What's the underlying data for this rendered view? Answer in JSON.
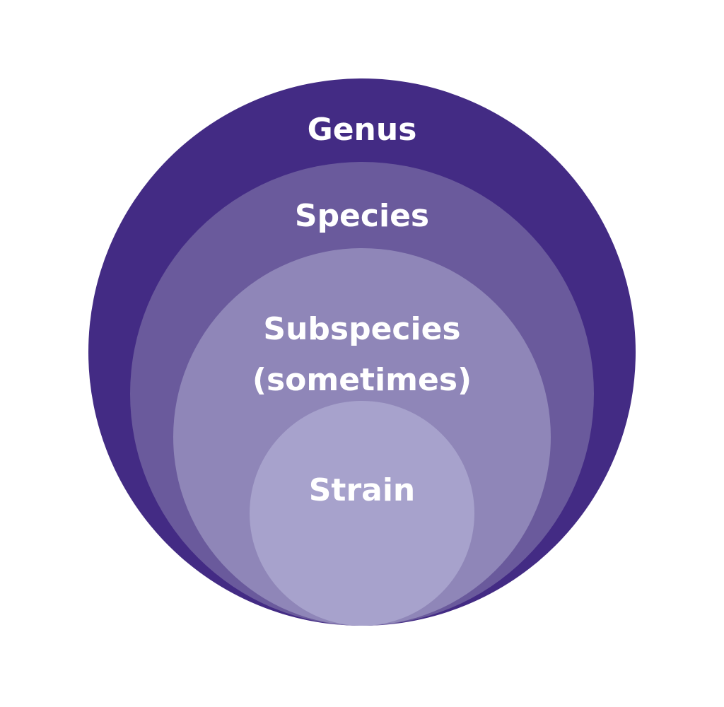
{
  "diagram": {
    "type": "nested-circles",
    "levels": [
      {
        "label": "Genus",
        "color": "#432b84"
      },
      {
        "label": "Species",
        "color": "#6a5a9c"
      },
      {
        "label": "Subspecies",
        "label_line2": "(sometimes)",
        "color": "#8f86b8"
      },
      {
        "label": "Strain",
        "color": "#a7a2cc"
      }
    ]
  }
}
